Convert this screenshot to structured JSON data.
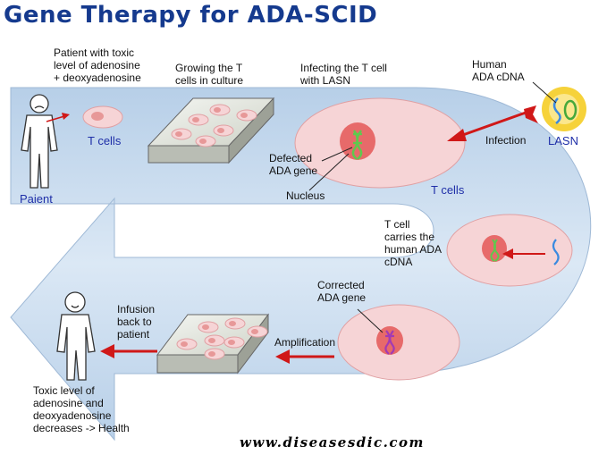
{
  "title": "Gene Therapy for ADA-SCID",
  "website": "www.diseasesdic.com",
  "labels": {
    "patient_condition": "Patient with toxic\nlevel of adenosine\n+ deoxyadenosine",
    "growing_cells": "Growing the T\ncells in culture",
    "infecting": "Infecting the T cell\nwith LASN",
    "human_cdna": "Human\nADA cDNA",
    "t_cells_small": "T cells",
    "defected_gene": "Defected\nADA gene",
    "nucleus": "Nucleus",
    "infection": "Infection",
    "lasn": "LASN",
    "t_cells_big": "T cells",
    "paient": "Paient",
    "carries": "T cell\ncarries the\nhuman ADA\ncDNA",
    "corrected_gene": "Corrected\nADA gene",
    "infusion": "Infusion\nback to\npatient",
    "amplification": "Amplification",
    "outcome": "Toxic level of\nadenosine and\ndeoxyadenosine\ndecreases -> Health"
  },
  "colors": {
    "title": "#153a8e",
    "band": "#c8dcee",
    "cell": "#f6d4d6",
    "cell_dot": "#e79898",
    "nucleus": "#e76a6a",
    "arrow_red": "#d01818",
    "gene_green": "#5fc94d",
    "gene_purple": "#a23ab4",
    "cdna_blue": "#3a8ae0",
    "cdna_green": "#46a83b",
    "lasn_yellow": "#f6d23a"
  }
}
